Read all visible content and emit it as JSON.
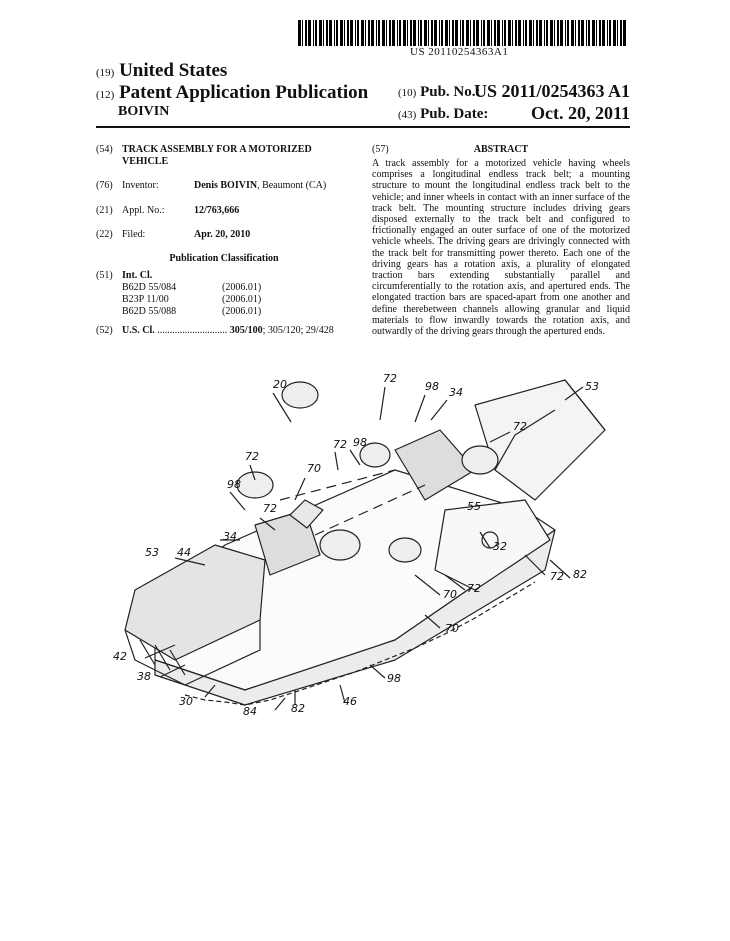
{
  "header": {
    "barcode_number": "US 20110254363A1",
    "country_code": "(19)",
    "country": "United States",
    "pubtype_code": "(12)",
    "pub_type": "Patent Application Publication",
    "inventor_surname": "BOIVIN",
    "pub_no_code": "(10)",
    "pub_no_label": "Pub. No.:",
    "pub_no": "US 2011/0254363 A1",
    "pub_date_code": "(43)",
    "pub_date_label": "Pub. Date:",
    "pub_date": "Oct. 20, 2011"
  },
  "biblio": {
    "title_code": "(54)",
    "title": "TRACK ASSEMBLY FOR A MOTORIZED VEHICLE",
    "inventor_code": "(76)",
    "inventor_label": "Inventor:",
    "inventor_name": "Denis BOIVIN",
    "inventor_location": ", Beaumont (CA)",
    "appl_code": "(21)",
    "appl_label": "Appl. No.:",
    "appl_no": "12/763,666",
    "filed_code": "(22)",
    "filed_label": "Filed:",
    "filed_date": "Apr. 20, 2010",
    "pub_class_heading": "Publication Classification",
    "intcl_code": "(51)",
    "intcl_label": "Int. Cl.",
    "int_classes": [
      {
        "code": "B62D 55/084",
        "version": "(2006.01)"
      },
      {
        "code": "B23P 11/00",
        "version": "(2006.01)"
      },
      {
        "code": "B62D 55/088",
        "version": "(2006.01)"
      }
    ],
    "uscl_code": "(52)",
    "uscl_label": "U.S. Cl.",
    "uscl_dots": "............................",
    "uscl_primary": "305/100",
    "uscl_rest": "; 305/120; 29/428"
  },
  "abstract": {
    "code": "(57)",
    "heading": "ABSTRACT",
    "text": "A track assembly for a motorized vehicle having wheels comprises a longitudinal endless track belt; a mounting structure to mount the longitudinal endless track belt to the vehicle; and inner wheels in contact with an inner surface of the track belt. The mounting structure includes driving gears disposed externally to the track belt and configured to frictionally engaged an outer surface of one of the motorized vehicle wheels. The driving gears are drivingly connected with the track belt for transmitting power thereto. Each one of the driving gears has a rotation axis, a plurality of elongated traction bars extending substantially parallel and circumferentially to the rotation axis, and apertured ends. The elongated traction bars are spaced-apart from one another and define therebetween channels allowing granular and liquid materials to flow inwardly towards the rotation axis, and outwardly of the driving gears through the apertured ends."
  },
  "figure": {
    "reference_numerals": [
      "20",
      "72",
      "98",
      "34",
      "53",
      "72",
      "98",
      "72",
      "70",
      "72",
      "72",
      "34",
      "98",
      "44",
      "53",
      "70",
      "72",
      "82",
      "32",
      "72",
      "70",
      "55",
      "42",
      "38",
      "30",
      "84",
      "82",
      "46",
      "98"
    ]
  }
}
